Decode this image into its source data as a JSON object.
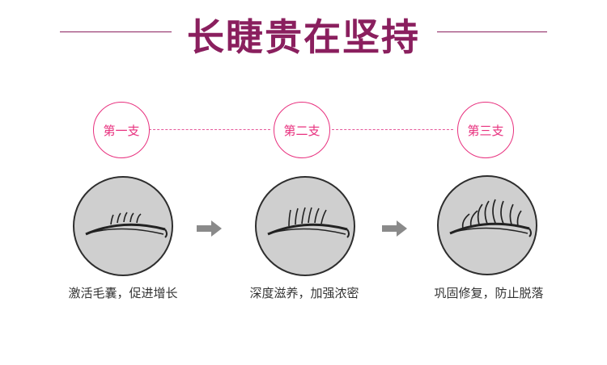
{
  "header": {
    "title": "长睫贵在坚持"
  },
  "steps": [
    {
      "label": "第一支",
      "caption": "激活毛囊，促进增长"
    },
    {
      "label": "第二支",
      "caption": "深度滋养，加强浓密"
    },
    {
      "label": "第三支",
      "caption": "巩固修复，防止脱落"
    }
  ],
  "colors": {
    "title": "#8a1f5e",
    "accent": "#e8307e",
    "eye_bg": "#cfcfcf",
    "arrow": "#8a8a8a"
  },
  "icons": {
    "eye": "eyelash-illustration-icon",
    "arrow": "right-arrow-icon"
  }
}
